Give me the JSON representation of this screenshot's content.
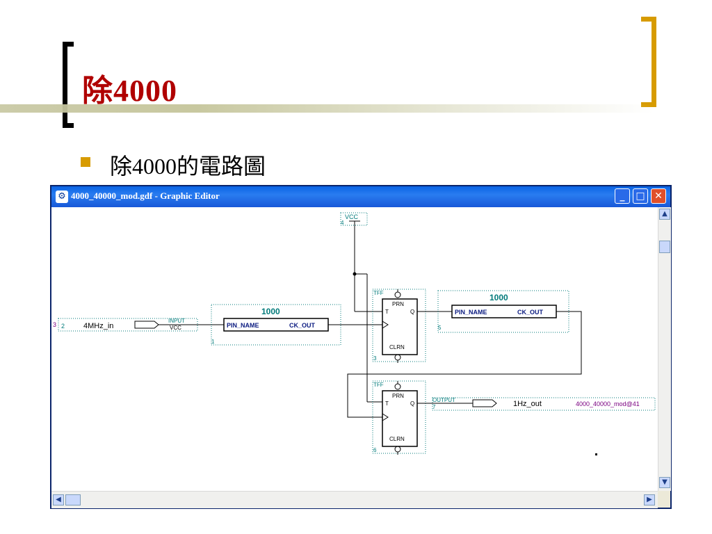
{
  "slide": {
    "title": "除4000",
    "bullet": "除4000的電路圖"
  },
  "window": {
    "title": "4000_40000_mod.gdf - Graphic Editor"
  },
  "schematic": {
    "vcc_pin": {
      "label": "VCC",
      "number": "4"
    },
    "input_pin": {
      "name": "4MHz_in",
      "type": "INPUT",
      "default": "VCC",
      "index_left": "3",
      "number": "2"
    },
    "divider1": {
      "value": "1000",
      "pin_name": "PIN_NAME",
      "ck_out": "CK_OUT",
      "number": "1"
    },
    "divider2": {
      "value": "1000",
      "pin_name": "PIN_NAME",
      "ck_out": "CK_OUT",
      "number": "5"
    },
    "tff1": {
      "label": "TFF",
      "prn": "PRN",
      "t": "T",
      "q": "Q",
      "clrn": "CLRN",
      "number": "3"
    },
    "tff2": {
      "label": "TFF",
      "prn": "PRN",
      "t": "T",
      "q": "Q",
      "clrn": "CLRN",
      "number": "6"
    },
    "output_pin": {
      "type": "OUTPUT",
      "name": "1Hz_out",
      "number": "7",
      "ref": "4000_40000_mod@41"
    }
  },
  "colors": {
    "title_red": "#b00000",
    "accent_gold": "#d79b00",
    "teal": "#007a7a",
    "navy": "#0a1a80",
    "purple": "#7a0080"
  }
}
